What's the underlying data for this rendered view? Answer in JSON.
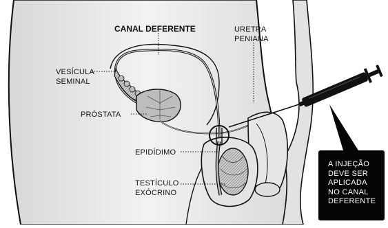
{
  "labels": {
    "canal_deferente": "CANAL DEFERENTE",
    "uretra_line1": "URETRA",
    "uretra_line2": "PENIANA",
    "vesicula_line1": "VESÍCULA",
    "vesicula_line2": "SEMINAL",
    "prostata": "PRÓSTATA",
    "epididimo": "EPIDÍDIMO",
    "testiculo_line1": "TESTÍCULO",
    "testiculo_line2": "EXÓCRINO"
  },
  "callout": {
    "lines": [
      "A INJEÇÃO",
      "DEVE SER",
      "APLICADA",
      "NO CANAL",
      "DEFERENTE"
    ]
  },
  "colors": {
    "ink": "#111111",
    "body_fill": "#ececec",
    "organ_fill": "#bfbfbf",
    "callout_bg": "#050505",
    "callout_text": "#ffffff"
  }
}
